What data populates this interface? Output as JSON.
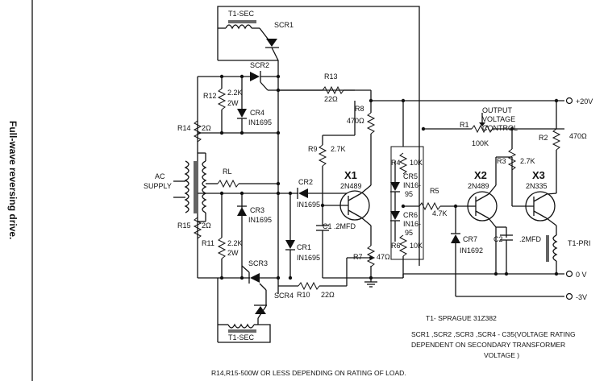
{
  "side_caption": "Full-wave reversing drive.",
  "labels": {
    "t1_sec_top": "T1-SEC",
    "t1_sec_bottom": "T1-SEC",
    "t1_pri": "T1-PRI",
    "scr1": "SCR1",
    "scr2": "SCR2",
    "scr3": "SCR3",
    "scr4": "SCR4",
    "r12": "R12",
    "r12_value": "2.2K",
    "r12_rating": "2W",
    "r11": "R11",
    "r11_value": "2.2K",
    "r11_rating": "2W",
    "cr4": "CR4",
    "cr4_part": "IN1695",
    "cr3": "CR3",
    "cr3_part": "IN1695",
    "cr2": "CR2",
    "cr2_part": "IN1695",
    "cr1": "CR1",
    "cr1_part": "IN1695",
    "r14": "R14",
    "r14_value": "2Ω",
    "r15": "R15",
    "r15_value": "2Ω",
    "ac_supply_1": "AC",
    "ac_supply_2": "SUPPLY",
    "rl": "RL",
    "r13": "R13",
    "r13_value": "22Ω",
    "r10": "R10",
    "r10_value": "22Ω",
    "r8": "R8",
    "r8_value": "470Ω",
    "r9": "R9",
    "r9_value": "2.7K",
    "x1": "X1",
    "x1_part": "2N489",
    "c1": "C1",
    "c1_value": ".2MFD",
    "r7": "R7",
    "r7_value": "47Ω",
    "r4": "R4",
    "r4_value": "10K",
    "cr5": "CR5",
    "cr5_part_1": "IN16-",
    "cr5_part_2": "95",
    "r5": "R5",
    "r5_value": "4.7K",
    "cr6": "CR6",
    "cr6_part_1": "IN16-",
    "cr6_part_2": "95",
    "r6": "R6",
    "r6_value": "10K",
    "cr7": "CR7",
    "cr7_part": "IN1692",
    "r1": "R1",
    "r1_value": "100K",
    "out_ctrl_1": "OUTPUT",
    "out_ctrl_2": "VOLTAGE",
    "out_ctrl_3": "CONTROL",
    "x2": "X2",
    "x2_part": "2N489",
    "r3": "R3",
    "r3_value": "2.7K",
    "c2": "C2",
    "c2_value": ".2MFD",
    "x3": "X3",
    "x3_part": "2N335",
    "r2": "R2",
    "r2_value": "470Ω",
    "plus20v": "+20V",
    "zero_v": "0 V",
    "minus3v": "-3V"
  },
  "notes": {
    "t1": "T1- SPRAGUE 31Z382",
    "scr_line1": "SCR1 ,SCR2 ,SCR3 ,SCR4 - C35(VOLTAGE RATING",
    "scr_line2": "DEPENDENT ON SECONDARY TRANSFORMER",
    "scr_line3": "VOLTAGE )",
    "rating": "R14,R15-500W OR LESS DEPENDING ON RATING OF LOAD."
  }
}
